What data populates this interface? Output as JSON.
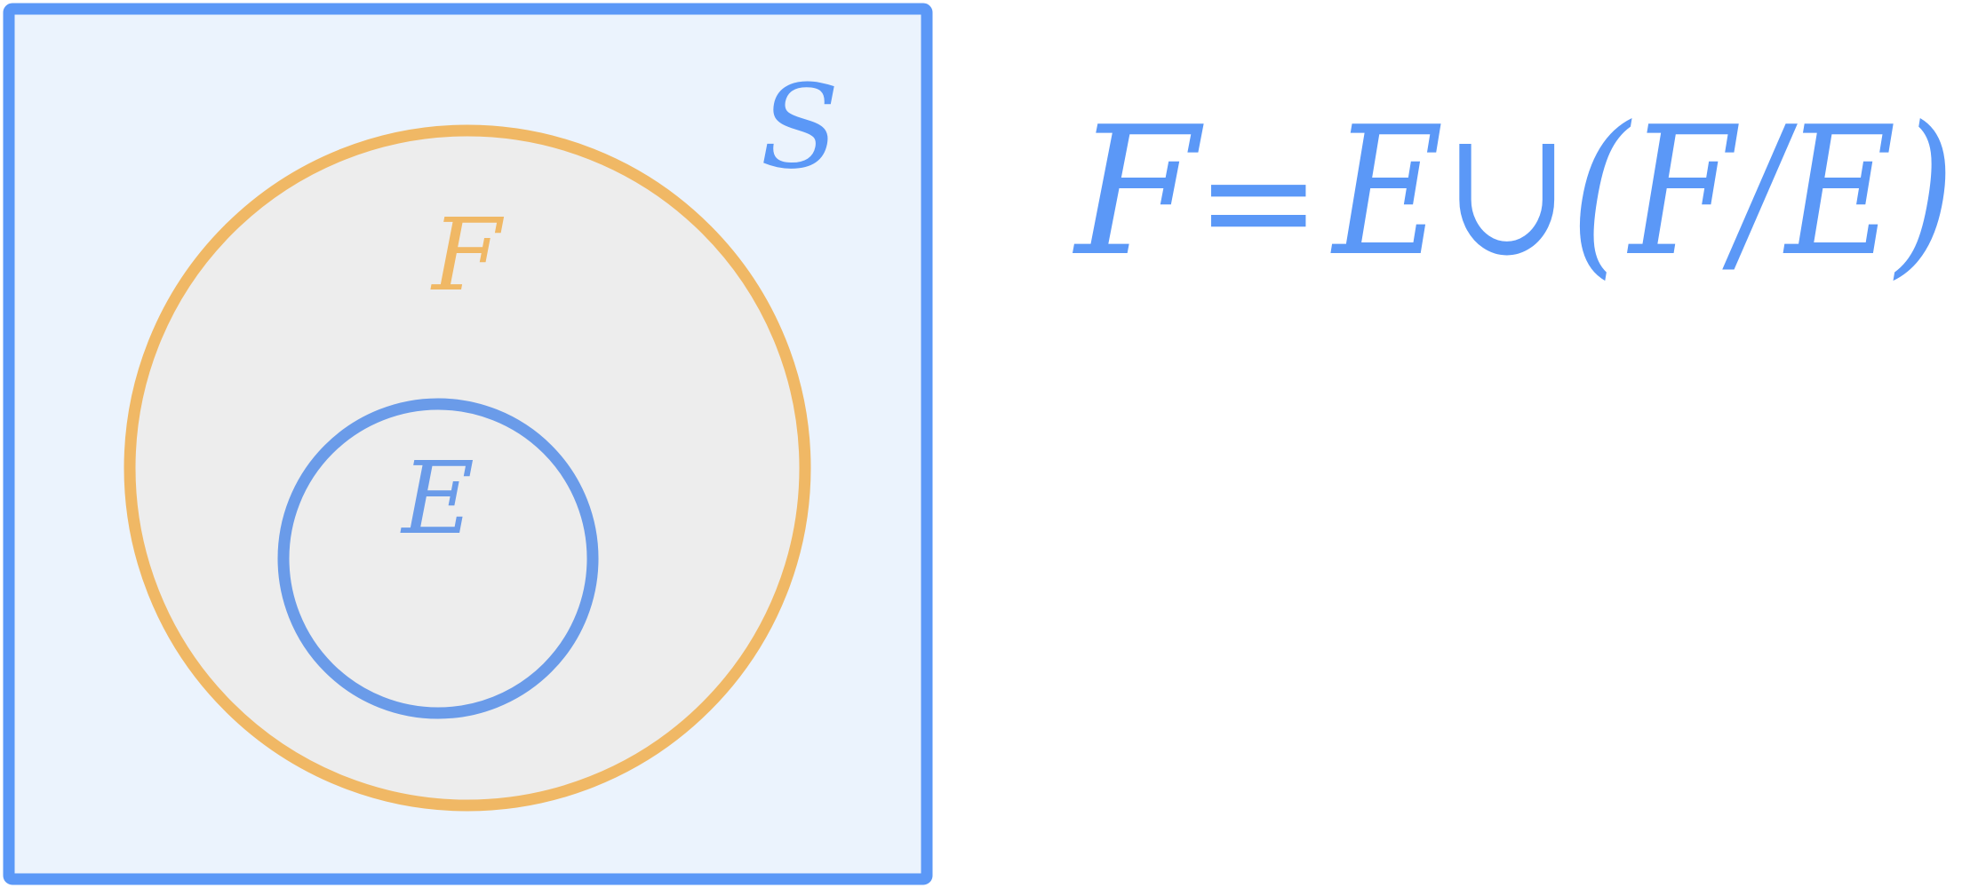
{
  "colors": {
    "background": "#ffffff",
    "universe_fill": "#ebf3fd",
    "universe_stroke": "#5b98f7",
    "set_f_fill": "#ededed",
    "set_f_stroke": "#f0b865",
    "set_e_fill": "#ededed",
    "set_e_stroke": "#6a9be9",
    "formula": "#5b98f7"
  },
  "labels": {
    "universe": "S",
    "set_f": "F",
    "set_e": "E"
  },
  "formula": {
    "lhs": "F",
    "equals": "=",
    "rhs": "E∪(F/E)"
  }
}
